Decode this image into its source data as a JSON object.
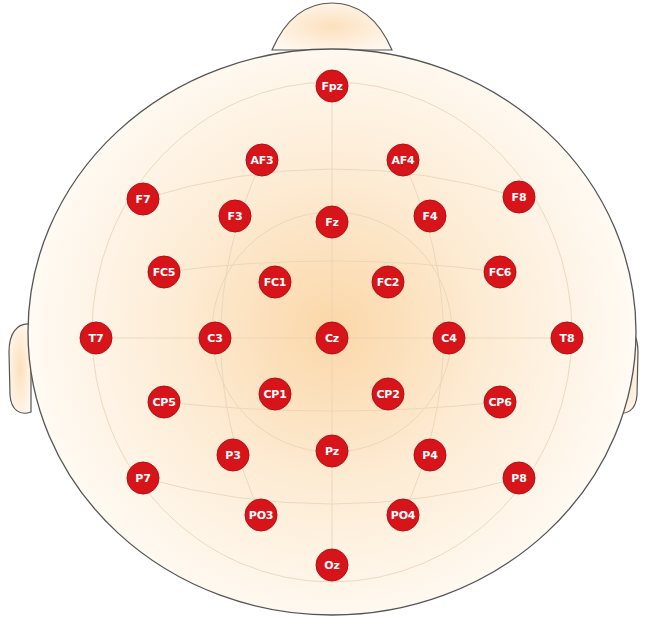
{
  "diagram": {
    "nodes": [
      {
        "text": [
          "Fpz"
        ]
      },
      {
        "text": [
          "AF3"
        ]
      },
      {
        "text": [
          "AF4"
        ]
      },
      {
        "text": [
          "F7"
        ]
      },
      {
        "text": [
          "F3"
        ]
      },
      {
        "text": [
          "Fz"
        ]
      },
      {
        "text": [
          "F4"
        ]
      },
      {
        "text": [
          "F8"
        ]
      },
      {
        "text": [
          "FC5"
        ]
      },
      {
        "text": [
          "FC1"
        ]
      },
      {
        "text": [
          "FC2"
        ]
      },
      {
        "text": [
          "FC6"
        ]
      },
      {
        "text": [
          "T7"
        ]
      },
      {
        "text": [
          "C3"
        ]
      },
      {
        "text": [
          "Cz"
        ]
      },
      {
        "text": [
          "C4"
        ]
      },
      {
        "text": [
          "T8"
        ]
      },
      {
        "text": [
          "CP5"
        ]
      },
      {
        "text": [
          "CP1"
        ]
      },
      {
        "text": [
          "CP2"
        ]
      },
      {
        "text": [
          "CP6"
        ]
      },
      {
        "text": [
          "P7"
        ]
      },
      {
        "text": [
          "P3"
        ]
      },
      {
        "text": [
          "Pz"
        ]
      },
      {
        "text": [
          "P4"
        ]
      },
      {
        "text": [
          "P8"
        ]
      },
      {
        "text": [
          "PO3"
        ]
      },
      {
        "text": [
          "PO4"
        ]
      },
      {
        "text": [
          "Oz"
        ]
      }
    ]
  }
}
